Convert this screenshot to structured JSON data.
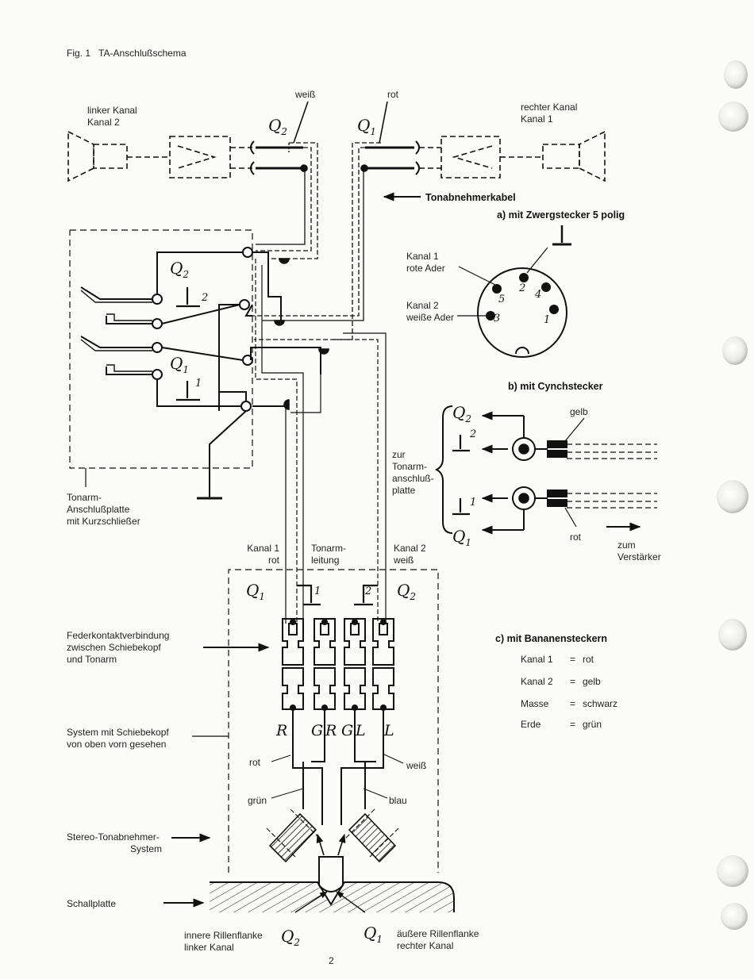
{
  "header": {
    "fig_label": "Fig. 1",
    "title": "TA-Anschlußschema"
  },
  "left_channel": {
    "line1": "linker Kanal",
    "line2": "Kanal 2"
  },
  "right_channel": {
    "line1": "rechter Kanal",
    "line2": "Kanal 1"
  },
  "wire_weiss": "weiß",
  "wire_rot": "rot",
  "q2": "Q",
  "q2_sub": "2",
  "q1": "Q",
  "q1_sub": "1",
  "cable_label": "Tonabnehmerkabel",
  "section_a": {
    "title": "a) mit Zwergstecker 5 polig",
    "k1_line1": "Kanal 1",
    "k1_line2": "rote Ader",
    "k2_line1": "Kanal 2",
    "k2_line2": "weiße Ader",
    "pins": [
      "1",
      "2",
      "3",
      "4",
      "5"
    ]
  },
  "section_b": {
    "title": "b) mit Cynchstecker",
    "gelb": "gelb",
    "rot": "rot",
    "zur": [
      "zur",
      "Tonarm-",
      "anschluß-",
      "platte"
    ],
    "zum": [
      "zum",
      "Verstärker"
    ],
    "g2": "2",
    "g1": "1"
  },
  "plate_label": [
    "Tonarm-",
    "Anschlußplatte",
    "mit Kurzschließer"
  ],
  "plate_g2": "2",
  "plate_g1": "1",
  "arm_labels": {
    "k1": [
      "Kanal 1",
      "rot"
    ],
    "mid": [
      "Tonarm-",
      "leitung"
    ],
    "k2": [
      "Kanal 2",
      "weiß"
    ]
  },
  "arm_g1": "1",
  "arm_g2": "2",
  "federkontakt": [
    "Federkontaktverbindung",
    "zwischen Schiebekopf",
    "und Tonarm"
  ],
  "system_label": [
    "System mit Schiebekopf",
    "von oben vorn gesehen"
  ],
  "contact_letters": [
    "R",
    "G",
    "R",
    "G",
    "L",
    "L"
  ],
  "wire_labels": {
    "rot": "rot",
    "weiss": "weiß",
    "gruen": "grün",
    "blau": "blau"
  },
  "stereo_label": [
    "Stereo-Tonabnehmer-",
    "System"
  ],
  "schallplatte": "Schallplatte",
  "inner_flank": [
    "innere Rillenflanke",
    "linker Kanal"
  ],
  "outer_flank": [
    "äußere Rillenflanke",
    "rechter Kanal"
  ],
  "section_c": {
    "title": "c) mit Bananensteckern",
    "rows": [
      {
        "name": "Kanal 1",
        "eq": "=",
        "value": "rot"
      },
      {
        "name": "Kanal 2",
        "eq": "=",
        "value": "gelb"
      },
      {
        "name": "Masse",
        "eq": "=",
        "value": "schwarz"
      },
      {
        "name": "Erde",
        "eq": "=",
        "value": "grün"
      }
    ]
  },
  "page_number": "2"
}
